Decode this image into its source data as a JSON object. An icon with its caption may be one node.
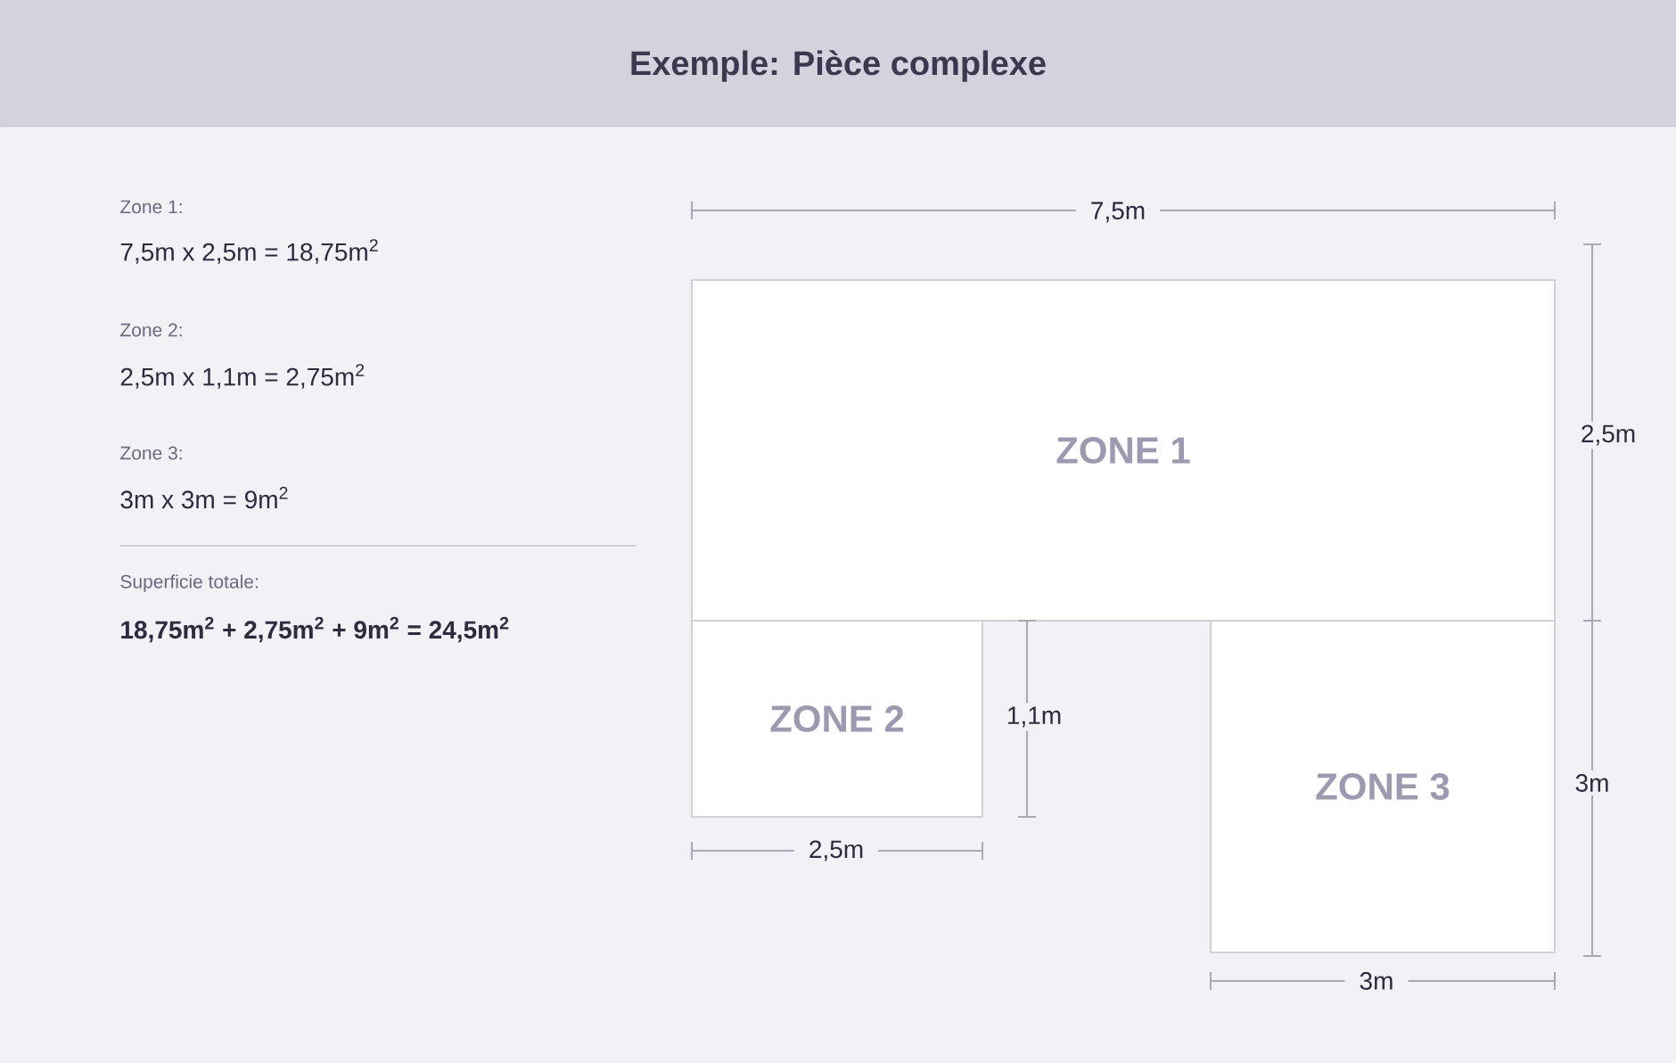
{
  "diagram": {
    "title": "Exemple: Pièce complexe",
    "nodes": [
      {
        "text": [
          "ZONE 1"
        ]
      },
      {
        "text": [
          "ZONE 2"
        ]
      },
      {
        "text": [
          "ZONE 3"
        ]
      }
    ],
    "labels": [
      "Zone 1:",
      "7,5m x 2,5m = 18,75m$^{2}$",
      "Zone 2:",
      "2,5m x 1,1m = 2,75m$^{2}$",
      "Zone 3:",
      "3m x 3m = 9m$^{2}$",
      "Superficie totale:",
      "18,75m$^{2}$ + 2,75m$^{2}$ + 9m$^{2}$ = 24,5m$^{2}$",
      "7,5m",
      "2,5m",
      "1,1m",
      "2,5m",
      "3m",
      "3m"
    ]
  }
}
